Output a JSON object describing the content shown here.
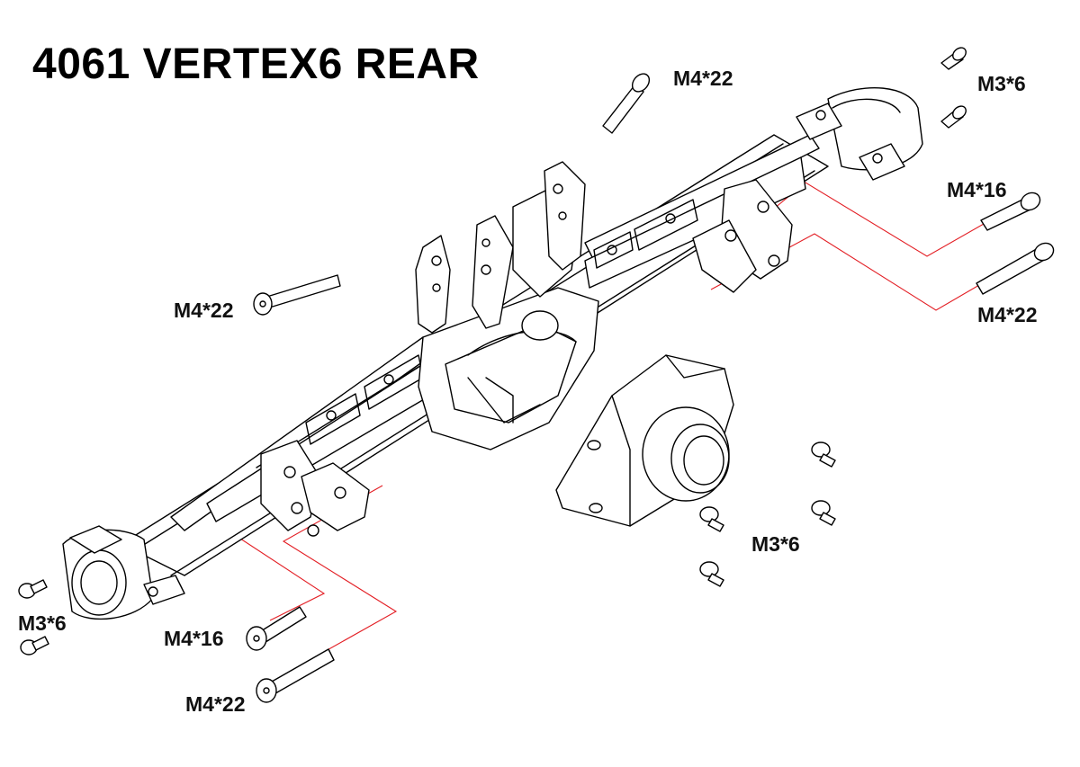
{
  "title": "4061 VERTEX6 REAR",
  "colors": {
    "guide_line": "#e31e24",
    "line_art": "#000000",
    "background": "#ffffff"
  },
  "labels": {
    "screw_top_center": "M4*22",
    "screw_top_right": "M3*6",
    "screw_right_upper": "M4*16",
    "screw_right_lower": "M4*22",
    "screw_left_middle": "M4*22",
    "screw_cover": "M3*6",
    "screw_left_bottom": "M3*6",
    "screw_bottom_upper": "M4*16",
    "screw_bottom_lower": "M4*22"
  }
}
